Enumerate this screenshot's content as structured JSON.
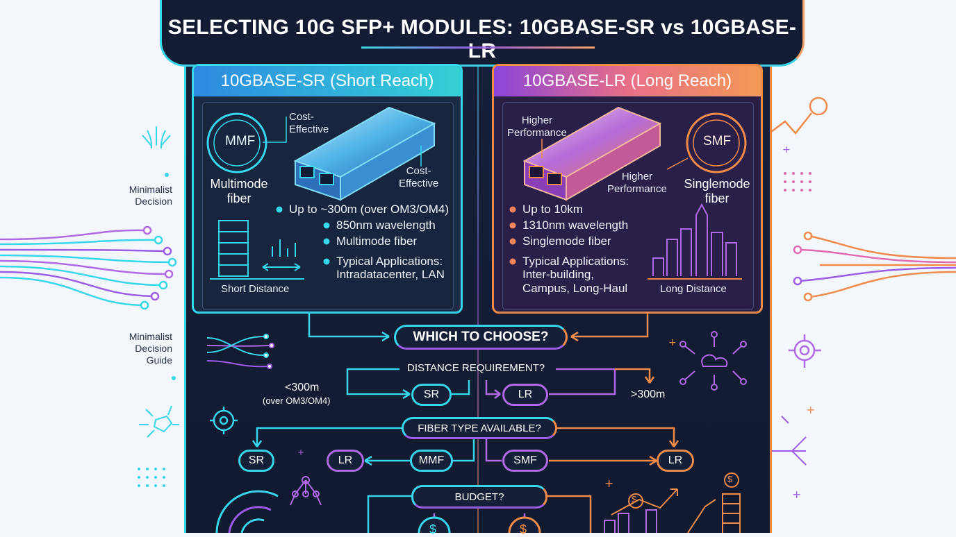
{
  "title": "SELECTING 10G SFP+ MODULES: 10GBASE-SR vs 10GBASE-LR",
  "side_labels": {
    "top": [
      "Minimalist",
      "Decision"
    ],
    "bottom": [
      "Minimalist",
      "Decision",
      "Guide"
    ]
  },
  "sr": {
    "heading": "10GBASE-SR (Short Reach)",
    "badge": "MMF",
    "fiber_label": [
      "Multimode",
      "fiber"
    ],
    "callout_top": [
      "Cost-",
      "Effective"
    ],
    "callout_right": [
      "Cost-",
      "Effective"
    ],
    "features": [
      "Up to ~300m (over OM3/OM4)",
      "850nm wavelength",
      "Multimode fiber",
      "Typical Applications:"
    ],
    "applications_detail": "Intradatacenter, LAN",
    "distance_label": "Short Distance",
    "accent": "#37d6ea"
  },
  "lr": {
    "heading": "10GBASE-LR (Long Reach)",
    "badge": "SMF",
    "fiber_label": [
      "Singlemode",
      "fiber"
    ],
    "callout_top": [
      "Higher",
      "Performance"
    ],
    "callout_right": [
      "Higher",
      "Performance"
    ],
    "features": [
      "Up to 10km",
      "1310nm wavelength",
      "Singlemode fiber",
      "Typical Applications:"
    ],
    "applications_detail": [
      "Inter-building,",
      "Campus, Long-Haul"
    ],
    "distance_label": "Long Distance",
    "accent": "#f08b4a"
  },
  "flow": {
    "question_main": "WHICH TO CHOOSE?",
    "q_distance": "DISTANCE REQUIREMENT?",
    "lt300": "<300m",
    "lt300_note": "(over OM3/OM4)",
    "gt300": ">300m",
    "sr": "SR",
    "lr": "LR",
    "q_fiber": "FIBER TYPE AVAILABLE?",
    "mmf": "MMF",
    "smf": "SMF",
    "q_budget": "BUDGET?",
    "dollar": "$"
  }
}
